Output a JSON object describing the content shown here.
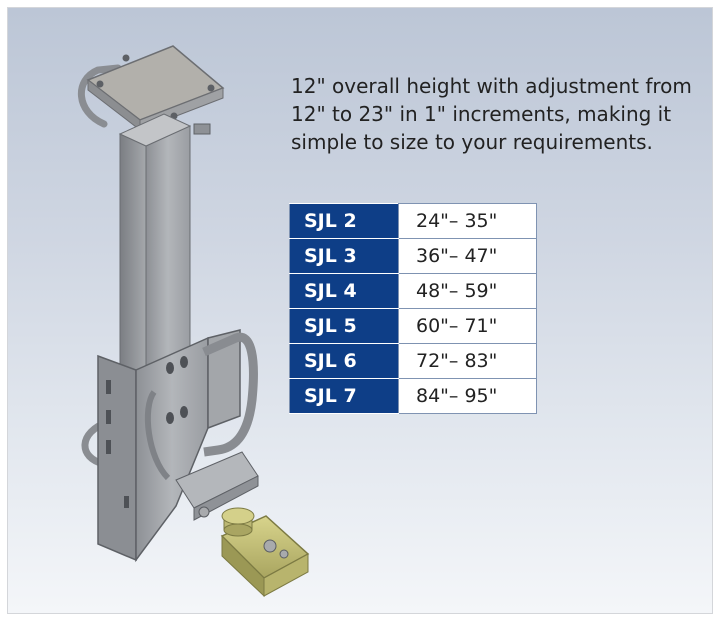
{
  "description": "12\" overall height with adjustment from 12\" to 23\" in 1\" increments, making it simple to size to your requirements.",
  "sizes": [
    {
      "model": "SJL 2",
      "range": "24\"– 35\""
    },
    {
      "model": "SJL 3",
      "range": "36\"– 47\""
    },
    {
      "model": "SJL 4",
      "range": "48\"– 59\""
    },
    {
      "model": "SJL 5",
      "range": "60\"– 71\""
    },
    {
      "model": "SJL 6",
      "range": "72\"– 83\""
    },
    {
      "model": "SJL 7",
      "range": "84\"– 95\""
    }
  ],
  "colors": {
    "header_blue": "#0e3e87",
    "metal": "#9b9ea3",
    "foot": "#c9c57c"
  }
}
